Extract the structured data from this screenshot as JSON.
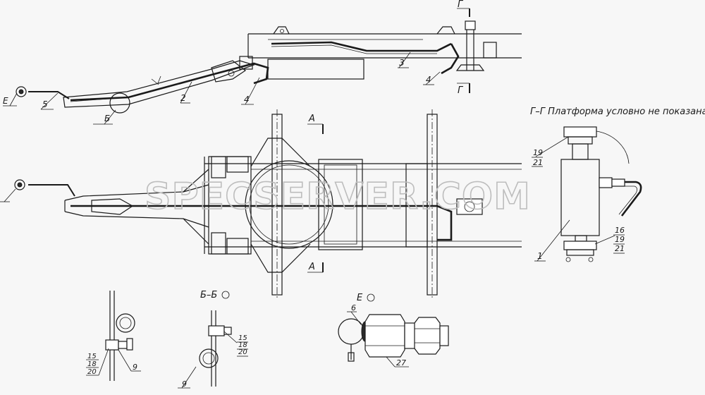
{
  "watermark": "SPECSERVER.COM",
  "section_labels": {
    "g_left": "Г",
    "g_right": "Г",
    "a_top": "A",
    "a_bottom": "A",
    "e_callout": "E",
    "b_callout": "Б"
  },
  "view_titles": {
    "gg": "Г–Г  Платформа условно не показана",
    "bb": "Б–Б",
    "e": "E"
  },
  "part_labels": {
    "p1": "1",
    "p2": "2",
    "p3": "3",
    "p4_top": "4",
    "p4_mid": "4",
    "p5": "5",
    "p6": "6",
    "p9_left": "9",
    "p9_mid": "9",
    "p27": "27"
  },
  "stacked_labels": {
    "gg_top": [
      "19",
      "21"
    ],
    "gg_bottom": [
      "16",
      "19",
      "21"
    ],
    "left_detail": [
      "15",
      "18",
      "20"
    ],
    "mid_detail": [
      "15",
      "18",
      "20"
    ]
  },
  "colors": {
    "line": "#1a1a1a",
    "paper": "#f7f7f7",
    "watermark": "#bdbdbd"
  }
}
